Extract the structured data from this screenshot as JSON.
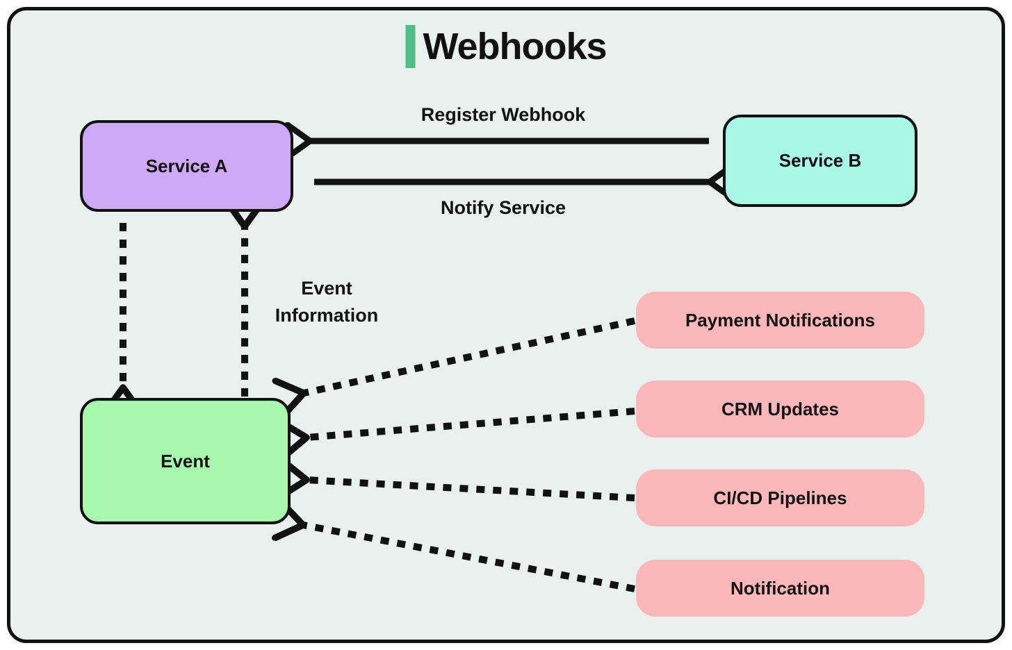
{
  "title": "Webhooks",
  "colors": {
    "page_bg": "#ffffff",
    "panel_bg": "#e9f0ed",
    "line": "#121212",
    "text": "#121212",
    "title_accent": "#4ebe85",
    "service_a_fill": "#cfa8f8",
    "service_b_fill": "#a9f8e6",
    "event_fill": "#a7f9ae",
    "source_fill": "#fbb7ba"
  },
  "nodes": {
    "service_a": {
      "label": "Service A"
    },
    "service_b": {
      "label": "Service B"
    },
    "event": {
      "label": "Event"
    }
  },
  "edges": {
    "register_webhook": {
      "label": "Register Webhook"
    },
    "notify_service": {
      "label": "Notify Service"
    },
    "event_information": {
      "line1": "Event",
      "line2": "Information"
    }
  },
  "sources": [
    {
      "label": "Payment Notifications"
    },
    {
      "label": "CRM Updates"
    },
    {
      "label": "CI/CD Pipelines"
    },
    {
      "label": "Notification"
    }
  ]
}
